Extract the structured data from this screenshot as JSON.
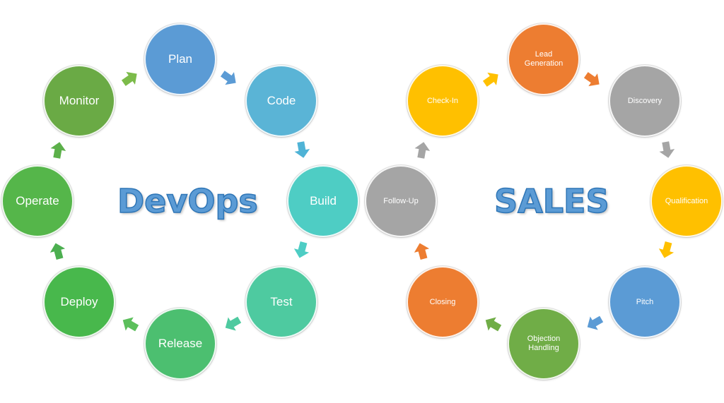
{
  "colors": {
    "blue": "#5b9bd5",
    "sky": "#5ab4d6",
    "teal": "#4ecdc4",
    "mint": "#4ecaa0",
    "green1": "#5cbf5c",
    "green2": "#4caf50",
    "green3": "#6aaa45",
    "title": "#5b9bd5",
    "orange": "#ed7d31",
    "grey": "#a5a5a5",
    "gold": "#ffc000",
    "sales_blue": "#5b9bd5",
    "sales_green": "#70ad47"
  },
  "devops": {
    "title": "DevOps",
    "nodes": [
      {
        "label": "Plan"
      },
      {
        "label": "Code"
      },
      {
        "label": "Build"
      },
      {
        "label": "Test"
      },
      {
        "label": "Release"
      },
      {
        "label": "Deploy"
      },
      {
        "label": "Operate"
      },
      {
        "label": "Monitor"
      }
    ]
  },
  "sales": {
    "title": "SALES",
    "nodes": [
      {
        "label": "Lead\nGeneration"
      },
      {
        "label": "Discovery"
      },
      {
        "label": "Qualification"
      },
      {
        "label": "Pitch"
      },
      {
        "label": "Objection\nHandling"
      },
      {
        "label": "Closing"
      },
      {
        "label": "Follow-Up"
      },
      {
        "label": "Check-In"
      }
    ]
  }
}
